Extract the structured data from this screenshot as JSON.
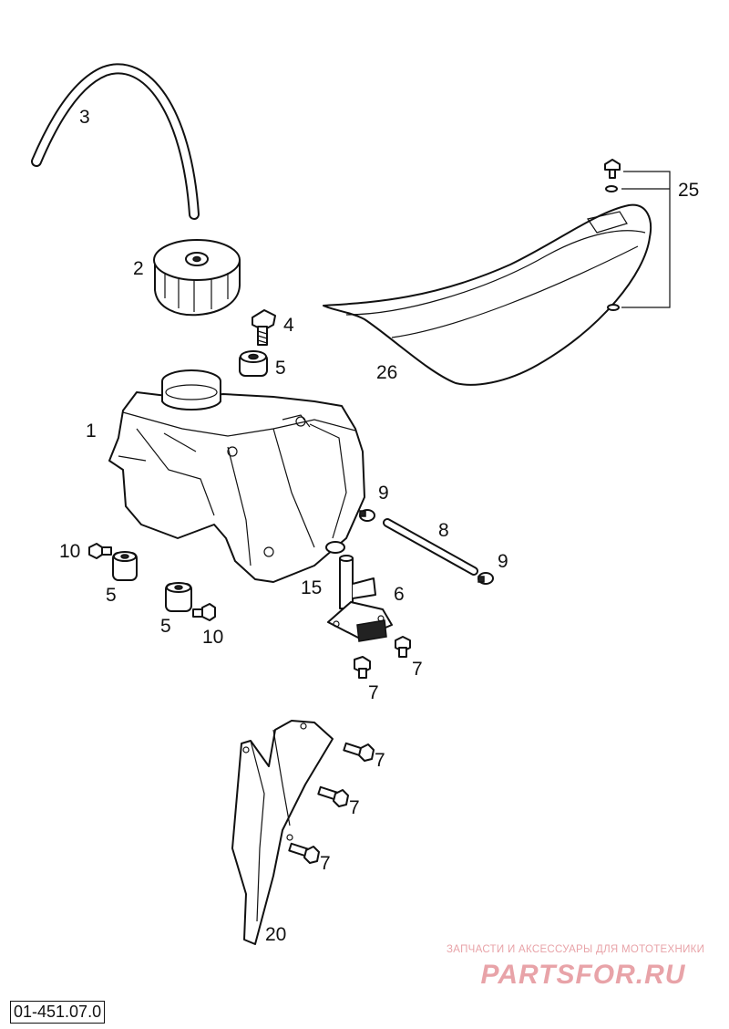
{
  "diagram": {
    "drawing_code": "01-451.07.0",
    "callouts": {
      "tank": "1",
      "cap": "2",
      "vent_hose": "3",
      "screw_top": "4",
      "spacer_top": "5",
      "spacer_left": "5",
      "spacer_mid": "5",
      "fuel_tap": "6",
      "screw_tap_right": "7",
      "screw_tap_left": "7",
      "screw_shroud_1": "7",
      "screw_shroud_2": "7",
      "screw_shroud_3": "7",
      "fuel_line": "8",
      "clamp_top": "9",
      "clamp_bottom": "9",
      "bolt_left": "10",
      "bolt_mid": "10",
      "o_ring": "15",
      "shroud": "20",
      "seat_hardware": "25",
      "seat": "26"
    }
  },
  "watermark": {
    "caption": "ЗАПЧАСТИ И АКСЕССУАРЫ ДЛЯ МОТОТЕХНИКИ",
    "logo": "PARTSFOR.RU",
    "color": "#e8a3a8"
  }
}
